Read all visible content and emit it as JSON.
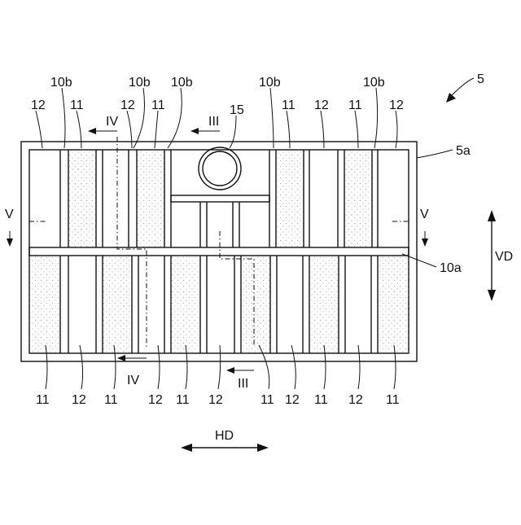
{
  "figure": {
    "label_assembly": "5",
    "label_frame": "5a",
    "label_center_beam": "10a",
    "label_pipe": "15",
    "label_rib": "10b",
    "label_panel_filled": "11",
    "label_panel_empty": "12",
    "section_iii": "III",
    "section_iv": "IV",
    "section_v": "V",
    "vertical_direction": "VD",
    "horizontal_direction": "HD"
  },
  "colors": {
    "line": "#111111",
    "background": "#ffffff",
    "stipple": "#8a8a8a"
  }
}
